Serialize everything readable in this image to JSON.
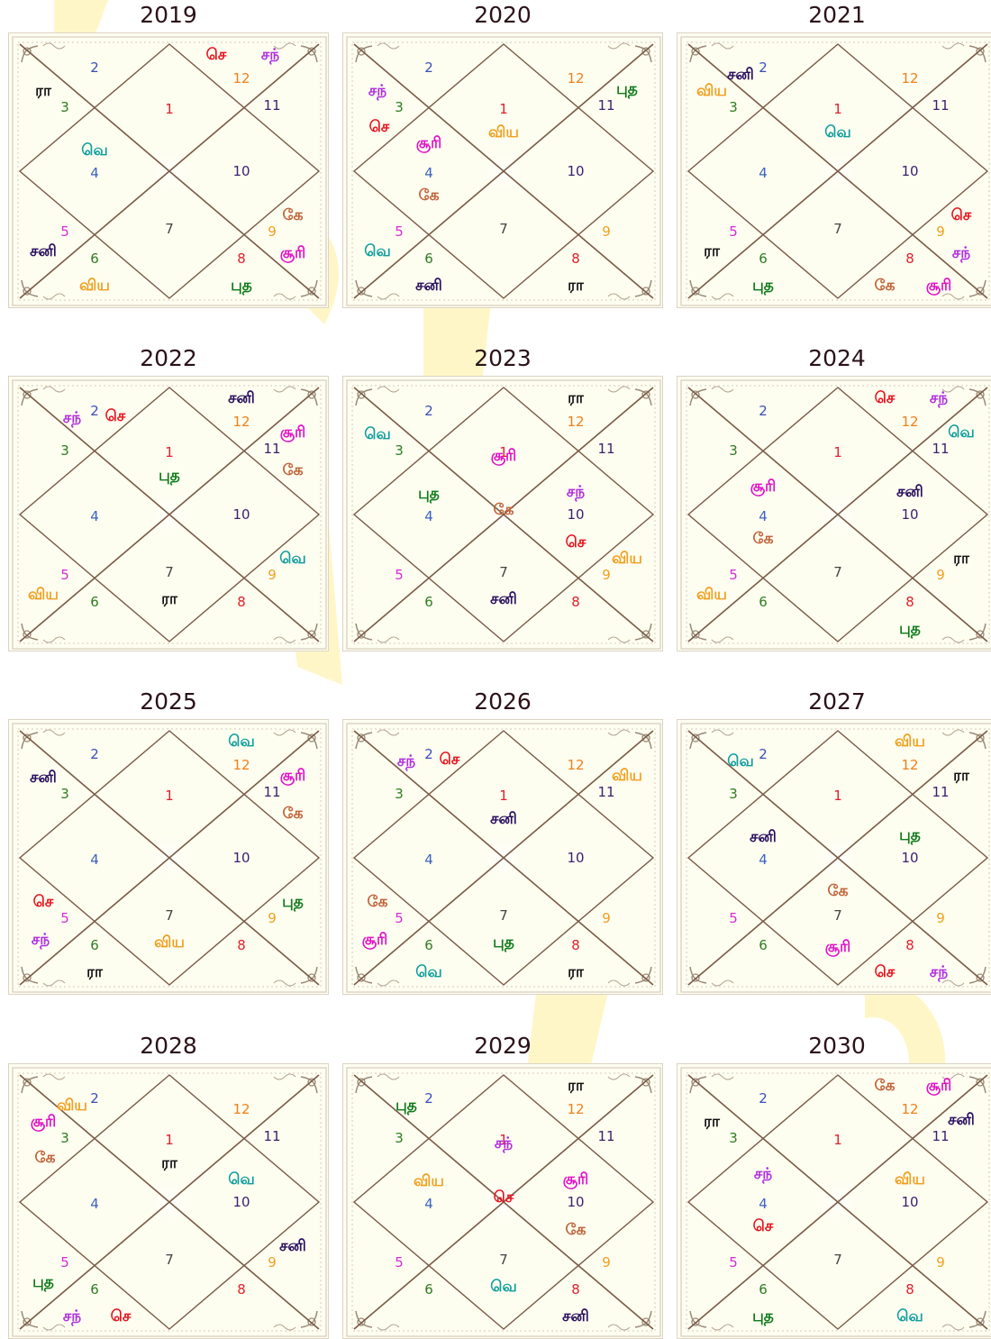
{
  "colors": {
    "houses": {
      "1": "#e0212a",
      "2": "#3a4fb8",
      "3": "#2e7d1f",
      "4": "#3a62c0",
      "5": "#d72cd7",
      "6": "#2e7d1f",
      "7": "#444444",
      "8": "#e0212a",
      "9": "#f0a020",
      "10": "#3a1f6e",
      "11": "#3a1f6e",
      "12": "#f0801a"
    },
    "planets": {
      "செ": "#e8141e",
      "சந்": "#b030e0",
      "ரா": "#111111",
      "வெ": "#0e9e9e",
      "சனி": "#2a1060",
      "வியா": "#f0a020",
      "வியப": "#f0a020",
      "புத": "#0f7a1a",
      "கே": "#c0643a",
      "சூரி": "#e014c8",
      "வியா2": "#f0a020"
    },
    "line": "#7a5a46",
    "frame_bg": "#fdfdf0",
    "watermark": "#fff5c0"
  },
  "house_numbers": [
    "1",
    "2",
    "3",
    "4",
    "5",
    "6",
    "7",
    "8",
    "9",
    "10",
    "11",
    "12"
  ],
  "charts": [
    {
      "year": "2019",
      "houses": {
        "12": [
          "செ",
          "சந்"
        ],
        "3": [
          "ரா"
        ],
        "4": [
          "வெ"
        ],
        "5": [
          "சனி"
        ],
        "6": [
          "விய"
        ],
        "8": [
          "புத"
        ],
        "9": [
          "கே",
          "சூரி"
        ]
      }
    },
    {
      "year": "2020",
      "houses": {
        "1": [
          "விய"
        ],
        "11": [
          "புத"
        ],
        "3": [
          "சந்",
          "செ"
        ],
        "4": [
          "சூரி",
          "கே"
        ],
        "5": [
          "வெ"
        ],
        "6": [
          "சனி"
        ],
        "8": [
          "ரா"
        ]
      }
    },
    {
      "year": "2021",
      "houses": {
        "2": [
          "சனி"
        ],
        "3": [
          "விய"
        ],
        "1": [
          "வெ"
        ],
        "9": [
          "செ",
          "சந்"
        ],
        "5": [
          "ரா"
        ],
        "6": [
          "புத"
        ],
        "8": [
          "கே",
          "சூரி"
        ]
      }
    },
    {
      "year": "2022",
      "houses": {
        "2": [
          "சந்",
          "செ"
        ],
        "1": [
          "புத"
        ],
        "12": [
          "சனி"
        ],
        "11": [
          "சூரி",
          "கே"
        ],
        "5": [
          "விய"
        ],
        "7": [
          "ரா"
        ],
        "9": [
          "வெ"
        ]
      }
    },
    {
      "year": "2023",
      "houses": {
        "12": [
          "ரா"
        ],
        "1": [
          "சூரி",
          "கே"
        ],
        "3": [
          "வெ"
        ],
        "4": [
          "புத"
        ],
        "10": [
          "சந்",
          "செ"
        ],
        "7": [
          "சனி"
        ],
        "9": [
          "விய"
        ]
      }
    },
    {
      "year": "2024",
      "houses": {
        "12": [
          "செ",
          "சந்"
        ],
        "11": [
          "வெ"
        ],
        "4": [
          "சூரி",
          "கே"
        ],
        "10": [
          "சனி"
        ],
        "5": [
          "விய"
        ],
        "9": [
          "ரா"
        ],
        "8": [
          "புத"
        ]
      }
    },
    {
      "year": "2025",
      "houses": {
        "12": [
          "வெ"
        ],
        "3": [
          "சனி"
        ],
        "11": [
          "சூரி",
          "கே"
        ],
        "5": [
          "செ",
          "சந்"
        ],
        "7": [
          "விய"
        ],
        "6": [
          "ரா"
        ],
        "9": [
          "புத"
        ]
      }
    },
    {
      "year": "2026",
      "houses": {
        "2": [
          "சந்",
          "செ"
        ],
        "1": [
          "சனி"
        ],
        "11": [
          "விய"
        ],
        "5": [
          "கே",
          "சூரி"
        ],
        "6": [
          "வெ"
        ],
        "7": [
          "புத"
        ],
        "8": [
          "ரா"
        ]
      }
    },
    {
      "year": "2027",
      "houses": {
        "2": [
          "வெ"
        ],
        "12": [
          "விய"
        ],
        "11": [
          "ரா"
        ],
        "4": [
          "சனி"
        ],
        "10": [
          "புத"
        ],
        "7": [
          "கே",
          "சூரி"
        ],
        "8": [
          "செ",
          "சந்"
        ]
      }
    },
    {
      "year": "2028",
      "houses": {
        "2": [
          "விய"
        ],
        "3": [
          "சூரி",
          "கே"
        ],
        "1": [
          "ரா"
        ],
        "10": [
          "வெ"
        ],
        "5": [
          "புத"
        ],
        "6": [
          "சந்",
          "செ"
        ],
        "9": [
          "சனி"
        ]
      }
    },
    {
      "year": "2029",
      "houses": {
        "2": [
          "புத"
        ],
        "12": [
          "ரா"
        ],
        "1": [
          "சந்",
          "செ"
        ],
        "4": [
          "விய"
        ],
        "10": [
          "சூரி",
          "கே"
        ],
        "7": [
          "வெ"
        ],
        "8": [
          "சனி"
        ]
      }
    },
    {
      "year": "2030",
      "houses": {
        "12": [
          "கே",
          "சூரி"
        ],
        "11": [
          "சனி"
        ],
        "3": [
          "ரா"
        ],
        "4": [
          "சந்",
          "செ"
        ],
        "10": [
          "விய"
        ],
        "6": [
          "புத"
        ],
        "8": [
          "வெ"
        ]
      }
    }
  ]
}
